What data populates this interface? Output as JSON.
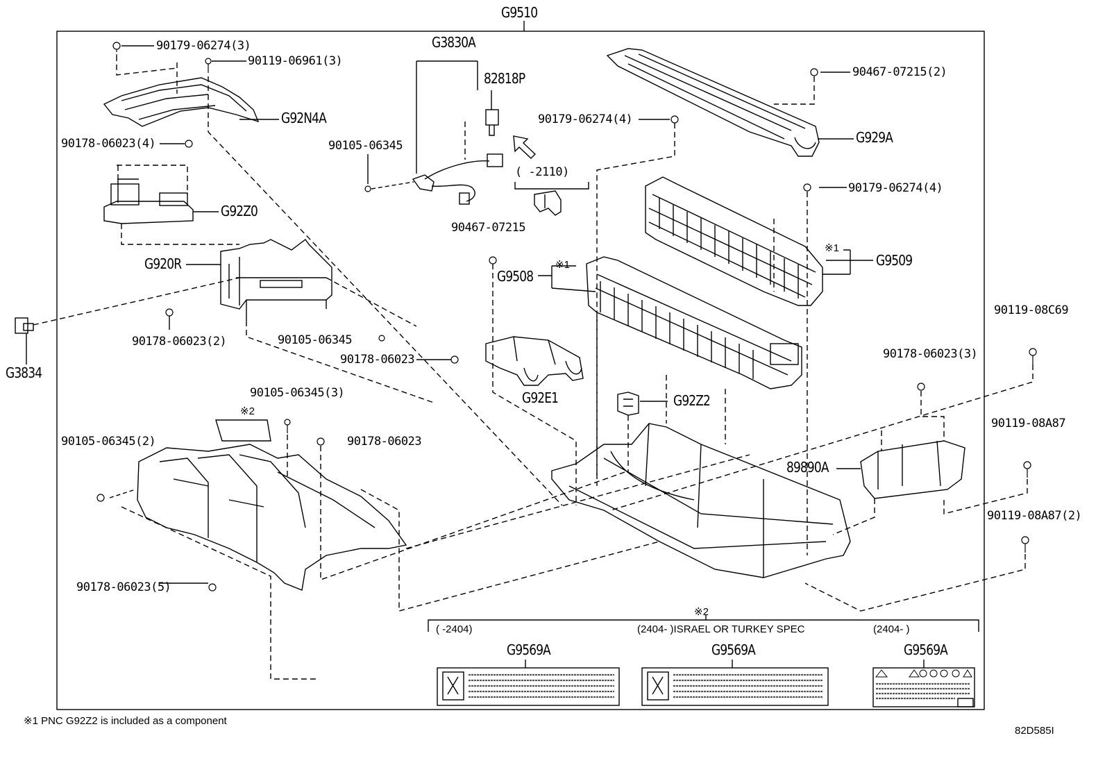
{
  "title": "G9510",
  "drawing_id": "82D585I",
  "footnote": "※1 PNC G92Z2 is included as a component",
  "marks": {
    "m1": "※1",
    "m2": "※2"
  },
  "callouts": [
    {
      "id": "c01",
      "text": "90179-06274(3)"
    },
    {
      "id": "c02",
      "text": "90119-06961(3)"
    },
    {
      "id": "c03",
      "text": "G92N4A"
    },
    {
      "id": "c04",
      "text": "90178-06023(4)"
    },
    {
      "id": "c05",
      "text": "G92Z0"
    },
    {
      "id": "c06",
      "text": "G920R"
    },
    {
      "id": "c07",
      "text": "G3834"
    },
    {
      "id": "c08",
      "text": "90178-06023(2)"
    },
    {
      "id": "c09",
      "text": "90105-06345"
    },
    {
      "id": "c10",
      "text": "90178-06023"
    },
    {
      "id": "c11",
      "text": "G3830A"
    },
    {
      "id": "c12",
      "text": "82818P"
    },
    {
      "id": "c13",
      "text": "90105-06345"
    },
    {
      "id": "c14",
      "text": "( -2110)"
    },
    {
      "id": "c15",
      "text": "90467-07215"
    },
    {
      "id": "c16",
      "text": "G9508"
    },
    {
      "id": "c17",
      "text": "G92E1"
    },
    {
      "id": "c18",
      "text": "G92Z2"
    },
    {
      "id": "c19",
      "text": "90179-06274(4)"
    },
    {
      "id": "c20",
      "text": "90467-07215(2)"
    },
    {
      "id": "c21",
      "text": "G929A"
    },
    {
      "id": "c22",
      "text": "90179-06274(4)"
    },
    {
      "id": "c23",
      "text": "G9509"
    },
    {
      "id": "c24",
      "text": "90119-08C69"
    },
    {
      "id": "c25",
      "text": "90178-06023(3)"
    },
    {
      "id": "c26",
      "text": "90119-08A87"
    },
    {
      "id": "c27",
      "text": "89890A"
    },
    {
      "id": "c28",
      "text": "90119-08A87(2)"
    },
    {
      "id": "c29",
      "text": "90105-06345(3)"
    },
    {
      "id": "c30",
      "text": "90178-06023"
    },
    {
      "id": "c31",
      "text": "90105-06345(2)"
    },
    {
      "id": "c32",
      "text": "90178-06023(5)"
    }
  ],
  "labels_box": {
    "columns": [
      {
        "condition": "( -2404)",
        "part": "G9569A"
      },
      {
        "condition": "(2404- )ISRAEL OR TURKEY SPEC",
        "part": "G9569A"
      },
      {
        "condition": "(2404- )",
        "part": "G9569A"
      }
    ]
  },
  "icons": [
    "arrow-front-icon",
    "bolt-icon",
    "nut-icon",
    "clip-icon"
  ]
}
